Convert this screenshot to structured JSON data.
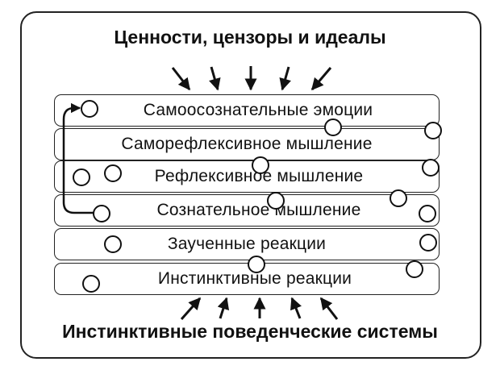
{
  "diagram": {
    "top_title": "Ценности, цензоры и идеалы",
    "bottom_title": "Инстинктивные поведенческие системы",
    "layers": [
      {
        "label": "Самоосознательные эмоции"
      },
      {
        "label": "Саморефлексивное мышление"
      },
      {
        "label": "Рефлексивное мышление"
      },
      {
        "label": "Сознательное мышление"
      },
      {
        "label": "Заученные реакции"
      },
      {
        "label": "Инстинктивные реакции"
      }
    ]
  }
}
